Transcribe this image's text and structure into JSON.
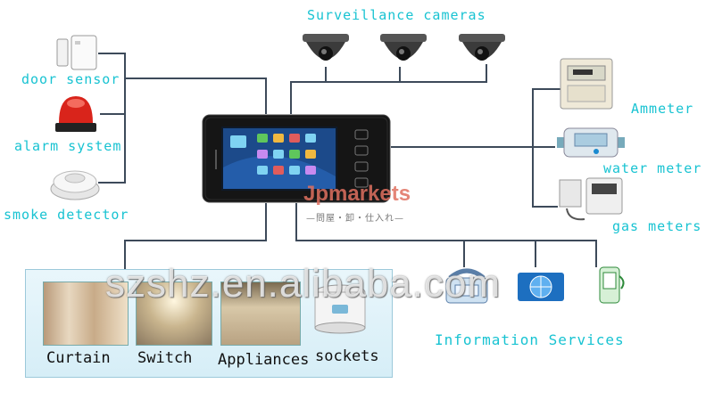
{
  "labels": {
    "surveillance": "Surveillance cameras",
    "door_sensor": "door sensor",
    "alarm_system": "alarm system",
    "smoke_detector": "smoke detector",
    "ammeter": "Ammeter",
    "water_meter": "water meter",
    "gas_meters": "gas meters",
    "information_services": "Information Services"
  },
  "home_devices": {
    "curtain": "Curtain",
    "switch": "Switch",
    "appliances": "Appliances",
    "sockets": "sockets"
  },
  "watermarks": {
    "jp_logo": "Jpmarkets",
    "jp_sub": "—問屋・卸・仕入れ—",
    "site": "szshz.en.alibaba.com"
  },
  "colors": {
    "label": "#18c3d2",
    "wire": "#3d4a5a"
  },
  "icons": [
    "door-sensor-icon",
    "alarm-light-icon",
    "smoke-detector-icon",
    "dome-camera-icon",
    "video-intercom-panel-icon",
    "ammeter-icon",
    "water-meter-icon",
    "gas-meter-icon",
    "phone-icon",
    "globe-icon",
    "mobile-icon"
  ]
}
